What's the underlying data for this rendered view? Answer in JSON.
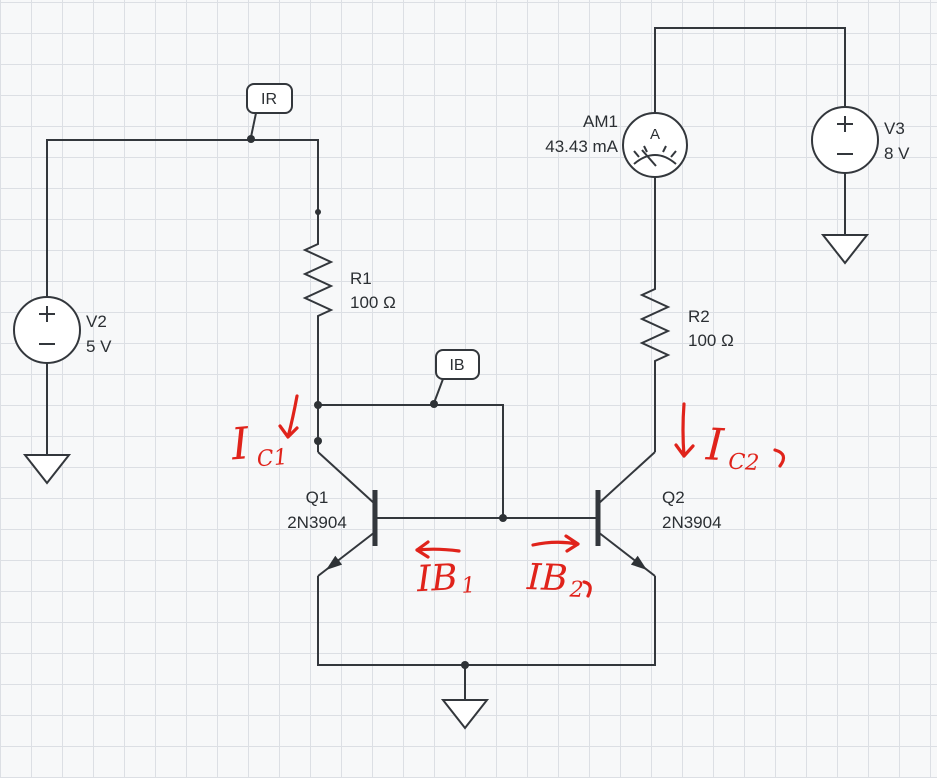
{
  "canvas": {
    "background": "#f7f8f9",
    "grid_color": "#dcdfe4",
    "wire_color": "#33373c",
    "annotation_color": "#e0231b"
  },
  "components": {
    "v2": {
      "label": "V2",
      "value": "5 V"
    },
    "v3": {
      "label": "V3",
      "value": "8 V"
    },
    "r1": {
      "label": "R1",
      "value": "100 Ω"
    },
    "r2": {
      "label": "R2",
      "value": "100 Ω"
    },
    "q1": {
      "label": "Q1",
      "part": "2N3904"
    },
    "q2": {
      "label": "Q2",
      "part": "2N3904"
    },
    "am1": {
      "label": "AM1",
      "reading": "43.43 mA",
      "meter_letter": "A"
    }
  },
  "probes": {
    "ir": "IR",
    "ib": "IB"
  },
  "handwritten": {
    "ic1": {
      "main": "I",
      "sub": "C1"
    },
    "ic2": {
      "main": "I",
      "sub": "C2"
    },
    "ib1": {
      "main": "IB",
      "sub": "1"
    },
    "ib2": {
      "main": "IB",
      "sub": "2"
    }
  },
  "icons": {
    "plus-icon": "+",
    "minus-icon": "−",
    "ground-icon": "▽",
    "ammeter-dial-icon": "A"
  }
}
